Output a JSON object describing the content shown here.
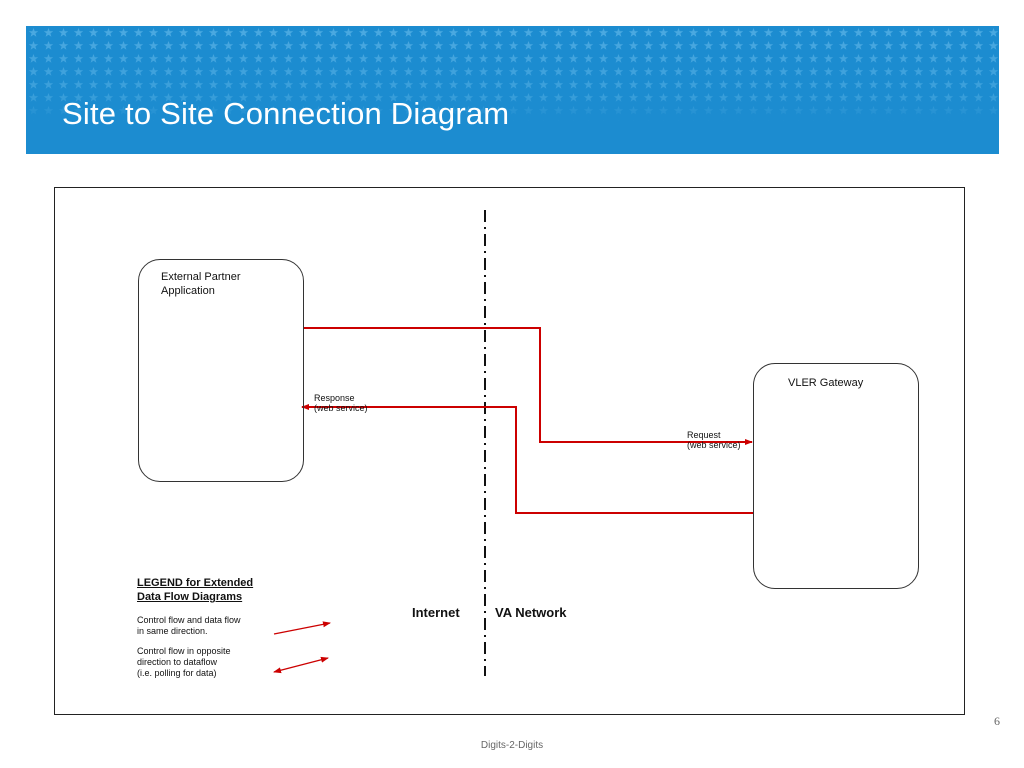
{
  "slide": {
    "title": "Site to Site Connection Diagram",
    "page_number": "6",
    "footer": "Digits-2-Digits"
  },
  "colors": {
    "banner": "#1c8cd0",
    "flow_line": "#cc0000",
    "title_text": "#ffffff"
  },
  "diagram": {
    "external_partner": {
      "line1": "External Partner",
      "line2": "Application"
    },
    "gateway": {
      "label": "VLER Gateway"
    },
    "request": {
      "line1": "Request",
      "line2": "(web service)"
    },
    "response": {
      "line1": "Response",
      "line2": "(web service)"
    },
    "zones": {
      "left": "Internet",
      "right": "VA Network"
    }
  },
  "legend": {
    "title_line1": "LEGEND for Extended",
    "title_line2": "Data Flow Diagrams",
    "item1": {
      "line1": "Control flow and data flow",
      "line2": "in same direction."
    },
    "item2": {
      "line1": "Control flow in opposite",
      "line2": "direction to dataflow",
      "line3": "(i.e. polling for data)"
    }
  }
}
